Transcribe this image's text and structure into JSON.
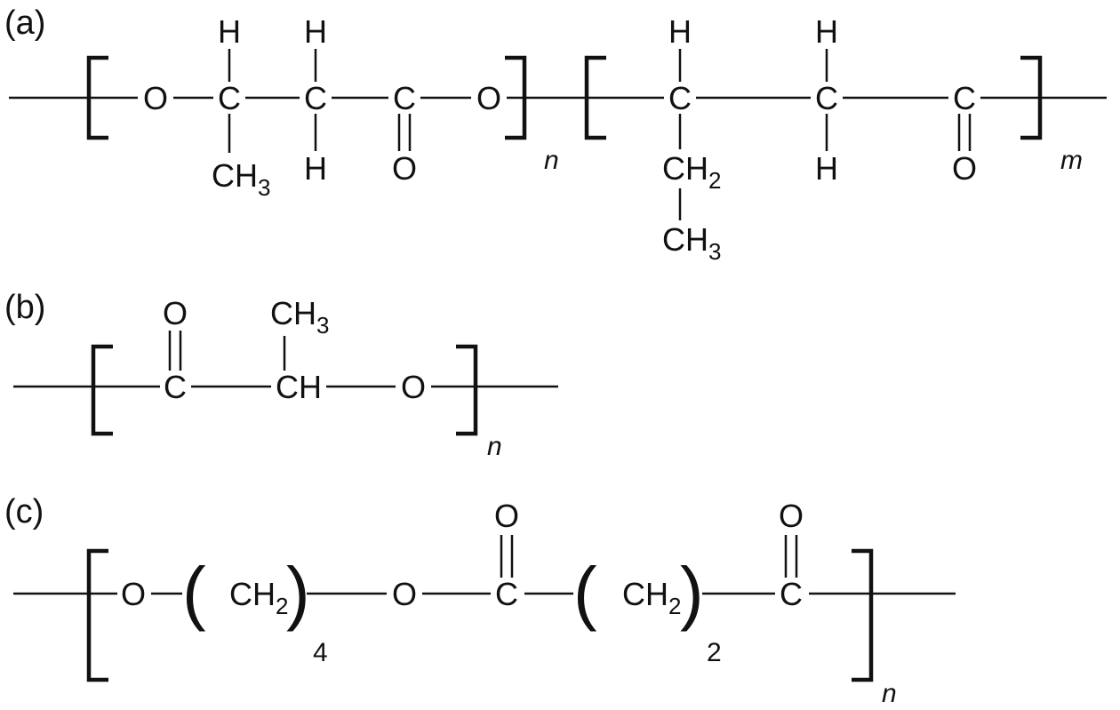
{
  "labels": {
    "a": "(a)",
    "b": "(b)",
    "c": "(c)"
  },
  "structure_a": {
    "unit1": {
      "o1": "O",
      "c1": "C",
      "c1_top": "H",
      "c1_bottom_main": "CH",
      "c1_bottom_sub": "3",
      "c2": "C",
      "c2_top": "H",
      "c2_bottom": "H",
      "c3": "C",
      "c3_bottom": "O",
      "o2": "O",
      "index": "n"
    },
    "unit2": {
      "c1": "C",
      "c1_top": "H",
      "c1_mid_main": "CH",
      "c1_mid_sub": "2",
      "c1_bottom_main": "CH",
      "c1_bottom_sub": "3",
      "c2": "C",
      "c2_top": "H",
      "c2_bottom": "H",
      "c3": "C",
      "c3_bottom": "O",
      "index": "m"
    }
  },
  "structure_b": {
    "c1": "C",
    "c1_top": "O",
    "c2": "CH",
    "c2_top_main": "CH",
    "c2_top_sub": "3",
    "o1": "O",
    "index": "n"
  },
  "structure_c": {
    "o1": "O",
    "g1_main": "CH",
    "g1_sub": "2",
    "g1_count": "4",
    "o2": "O",
    "c1": "C",
    "c1_top": "O",
    "g2_main": "CH",
    "g2_sub": "2",
    "g2_count": "2",
    "c2": "C",
    "c2_top": "O",
    "index": "n",
    "paren_open": "(",
    "paren_close": ")"
  }
}
